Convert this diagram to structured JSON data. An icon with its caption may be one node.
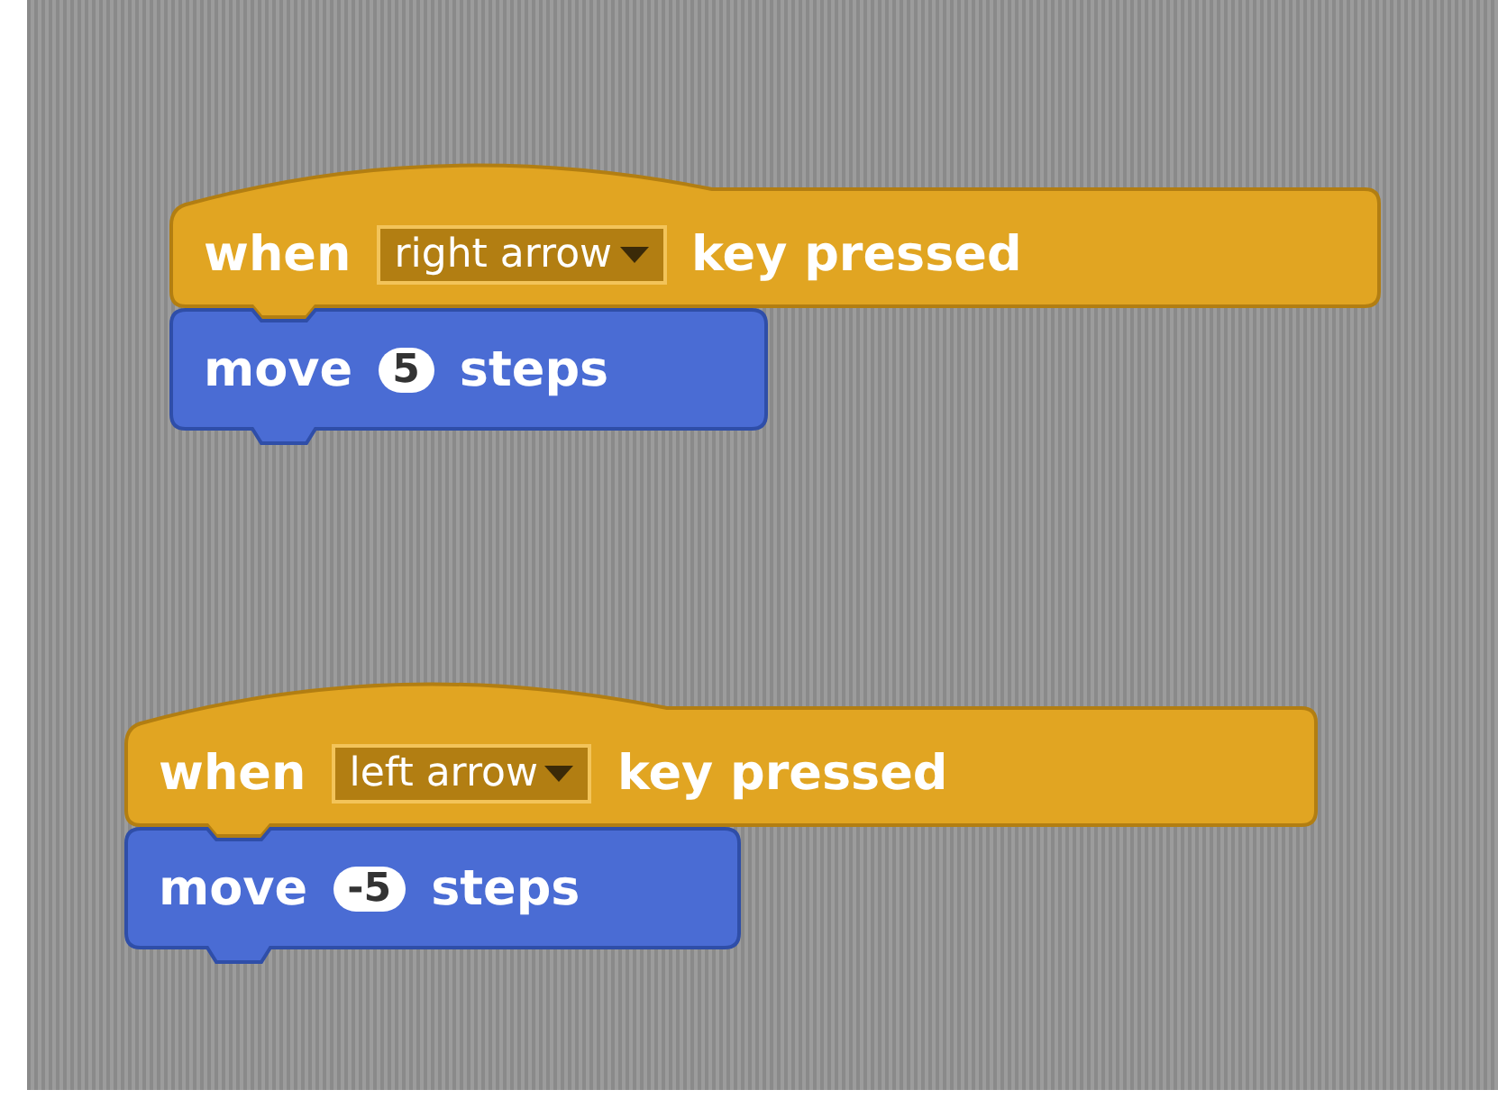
{
  "diagram": {
    "nodes": [
      {
        "text": [
          "when",
          "key pressed"
        ]
      },
      {
        "text": [
          "right arrow"
        ],
        "in": 0
      },
      {
        "text": [
          "move",
          "steps"
        ]
      },
      {
        "text": [
          "5"
        ],
        "in": 2
      },
      {
        "text": [
          "when",
          "key pressed"
        ]
      },
      {
        "text": [
          "left arrow"
        ],
        "in": 4
      },
      {
        "text": [
          "move",
          "steps"
        ]
      },
      {
        "text": [
          "-5"
        ],
        "in": 6
      }
    ]
  }
}
